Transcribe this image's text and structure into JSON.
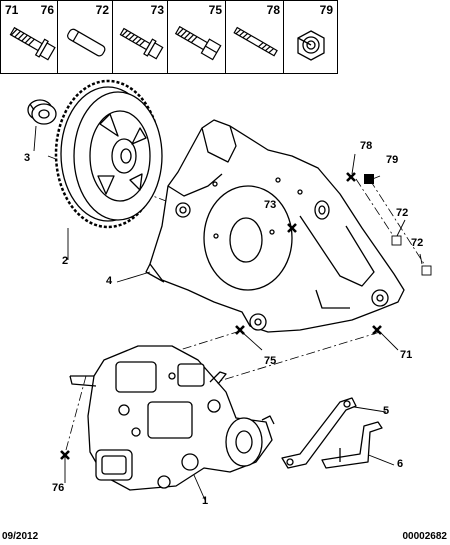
{
  "legend": {
    "cell1": {
      "left": "71",
      "right": "76",
      "icon": "bolt-flange-icon"
    },
    "cell2": {
      "right": "72",
      "icon": "dowel-pin-icon"
    },
    "cell3": {
      "right": "73",
      "icon": "bolt-flange-icon"
    },
    "cell4": {
      "right": "75",
      "icon": "bolt-hex-icon"
    },
    "cell5": {
      "right": "78",
      "icon": "stud-icon"
    },
    "cell6": {
      "right": "79",
      "icon": "hex-nut-icon"
    }
  },
  "callouts": {
    "c3": "3",
    "c2": "2",
    "c4": "4",
    "c78": "78",
    "c79": "79",
    "c73": "73",
    "c72a": "72",
    "c72b": "72",
    "c71": "71",
    "c75": "75",
    "c5": "5",
    "c6": "6",
    "c76": "76",
    "c1": "1"
  },
  "footer": {
    "date": "09/2012",
    "ref": "00002682"
  }
}
